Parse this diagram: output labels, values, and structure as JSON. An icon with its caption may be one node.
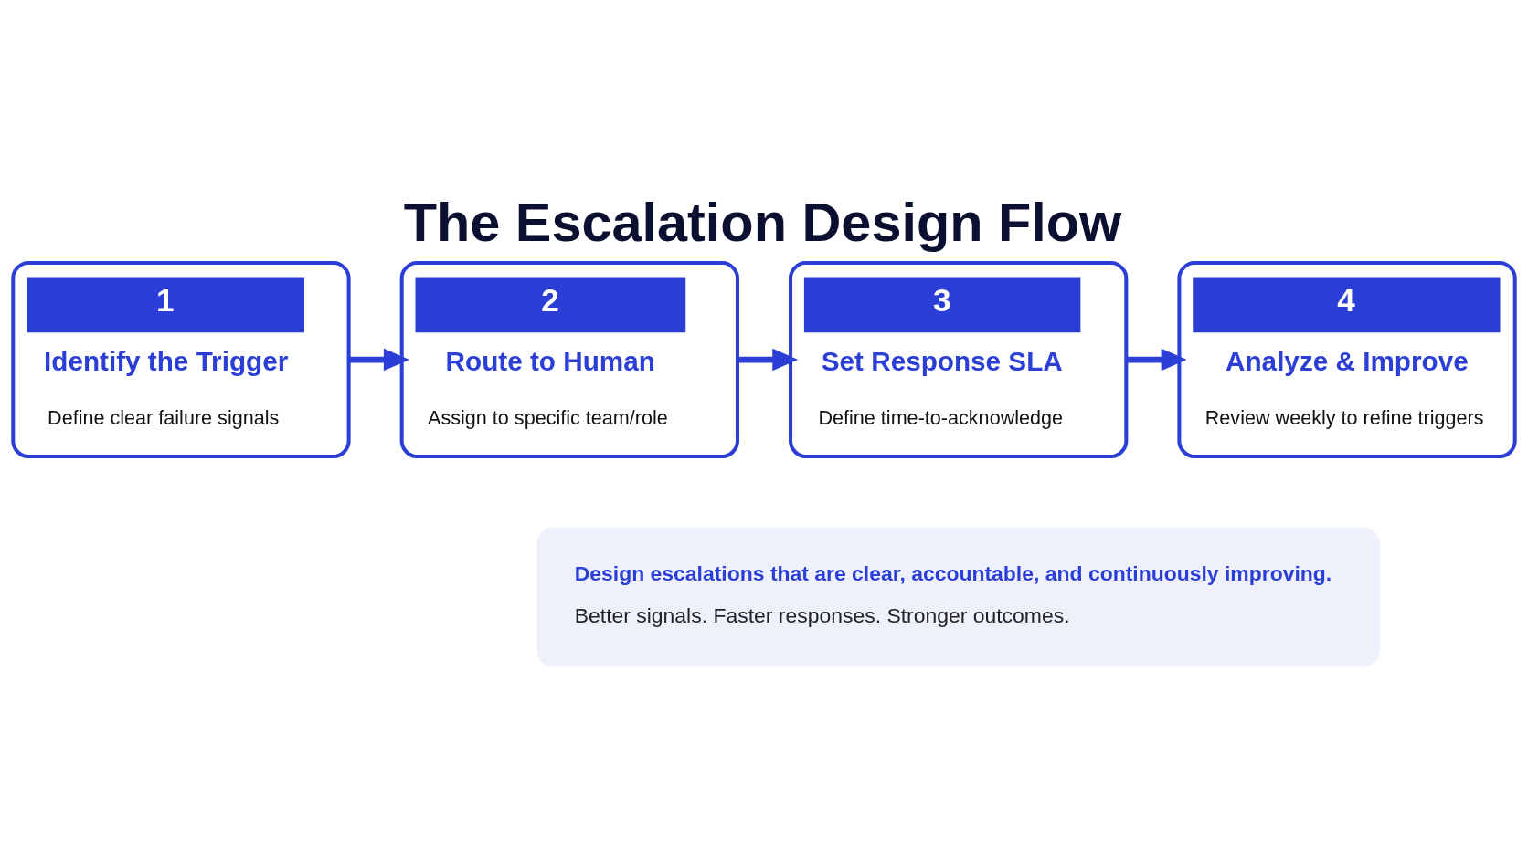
{
  "diagram": {
    "title": "The Escalation Design Flow",
    "nodes": [
      {
        "text": [
          "1",
          "Identify the Trigger",
          "Define clear failure signals"
        ]
      },
      {
        "text": [
          "2",
          "Route to Human",
          "Assign to specific team/role"
        ]
      },
      {
        "text": [
          "3",
          "Set Response SLA",
          "Define time-to-acknowledge"
        ]
      },
      {
        "text": [
          "4",
          "Analyze & Improve",
          "Review weekly to refine triggers"
        ]
      },
      {
        "text": [
          "Design escalations that are clear, accountable, and continuously improving.",
          "Better signals. Faster responses. Stronger outcomes."
        ]
      }
    ],
    "edges": [
      {
        "from": 0,
        "to": 1,
        "arrow": "to"
      },
      {
        "from": 1,
        "to": 2,
        "arrow": "to"
      },
      {
        "from": 2,
        "to": 3,
        "arrow": "to"
      }
    ]
  }
}
